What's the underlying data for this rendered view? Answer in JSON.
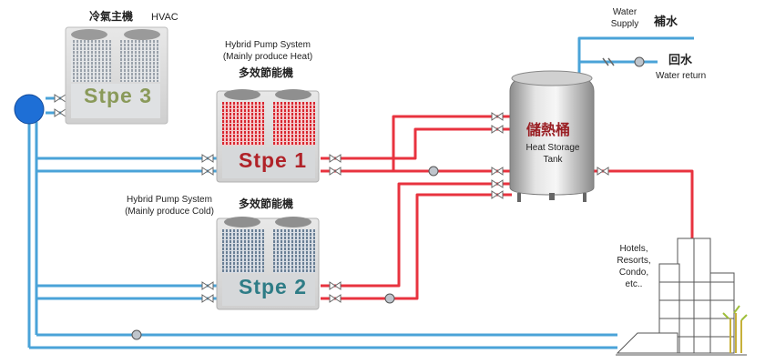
{
  "labels": {
    "hvac_cn": "冷氣主機",
    "hvac_en": "HVAC",
    "stage3": "Stpe 3",
    "heat_system_en_1": "Hybrid Pump System",
    "heat_system_en_2": "(Mainly produce Heat)",
    "heat_system_cn": "多效節能機",
    "stage1": "Stpe 1",
    "cold_system_en_1": "Hybrid Pump System",
    "cold_system_en_2": "(Mainly produce Cold)",
    "cold_system_cn": "多效節能機",
    "stage2": "Stpe 2",
    "tank_cn": "儲熱桶",
    "tank_en_1": "Heat Storage",
    "tank_en_2": "Tank",
    "water_supply_en_1": "Water",
    "water_supply_en_2": "Supply",
    "water_supply_cn": "補水",
    "water_return_cn": "回水",
    "water_return_en": "Water return",
    "building_1": "Hotels,",
    "building_2": "Resorts,",
    "building_3": "Condo,",
    "building_4": "etc.."
  },
  "colors": {
    "hot_pipe": "#e8333f",
    "cold_pipe": "#4aa3d8",
    "heat_coil": "#d8262f",
    "cold_coil": "#6a7f95",
    "stage1_text": "#b02228",
    "stage2_text": "#2e7c86",
    "stage3_text": "#8a9a5a",
    "tank_label": "#9a1f24"
  }
}
